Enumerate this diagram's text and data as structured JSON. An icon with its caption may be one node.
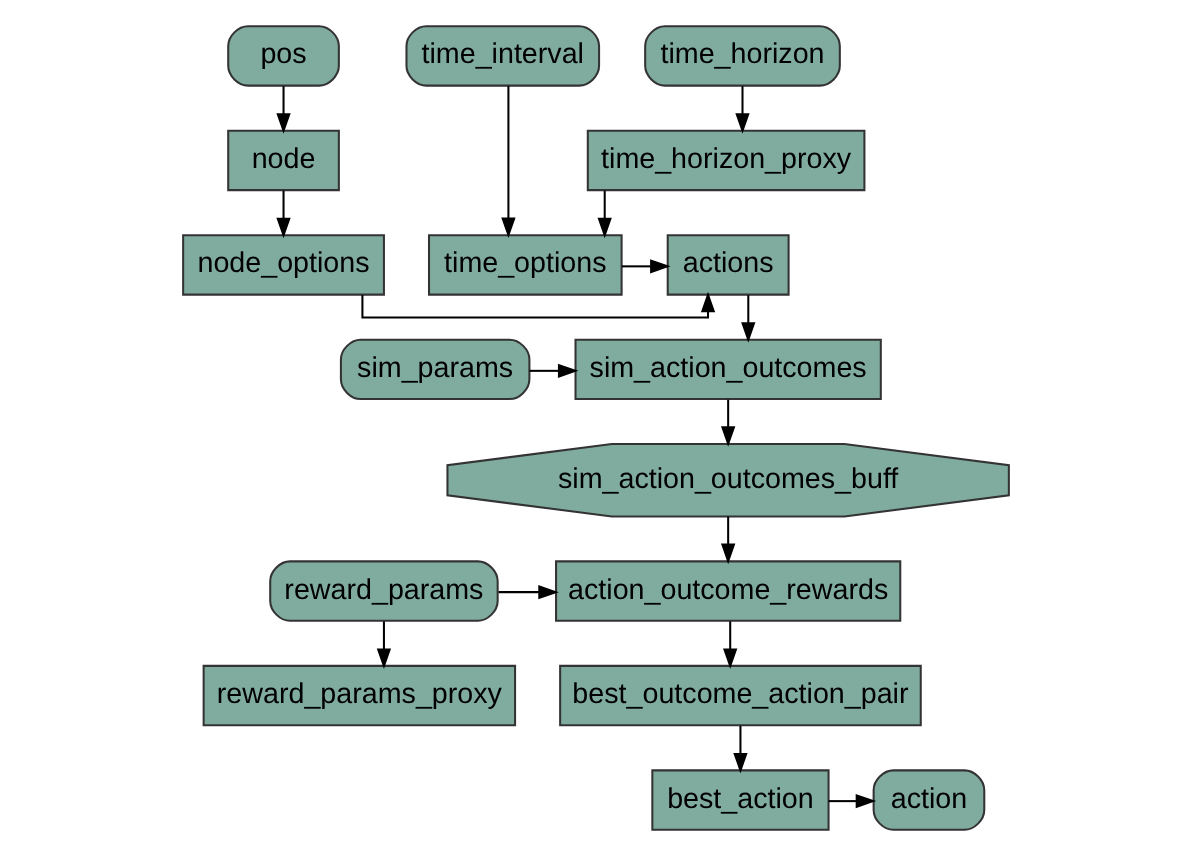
{
  "diagram": {
    "nodes": [
      {
        "text": [
          "pos"
        ]
      },
      {
        "text": [
          "node"
        ]
      },
      {
        "text": [
          "node_options"
        ]
      },
      {
        "text": [
          "time_horizon"
        ]
      },
      {
        "text": [
          "time_interval"
        ]
      },
      {
        "text": [
          "time_horizon_proxy"
        ]
      },
      {
        "text": [
          "actions"
        ]
      },
      {
        "text": [
          "time_options"
        ]
      },
      {
        "text": [
          "sim_params"
        ]
      },
      {
        "text": [
          "sim_action_outcomes"
        ]
      },
      {
        "text": [
          "reward_params_proxy"
        ]
      },
      {
        "text": [
          "sim_action_outcomes_buff"
        ]
      },
      {
        "text": [
          "reward_params"
        ]
      },
      {
        "text": [
          "action_outcome_rewards"
        ]
      },
      {
        "text": [
          "best_outcome_action_pair"
        ]
      },
      {
        "text": [
          "best_action"
        ]
      },
      {
        "text": [
          "action"
        ]
      }
    ],
    "edges": [
      {
        "from": 0,
        "to": 1,
        "arrow": "to"
      },
      {
        "from": 1,
        "to": 2,
        "arrow": "to"
      },
      {
        "from": 2,
        "to": 6,
        "arrow": "to"
      },
      {
        "from": 3,
        "to": 5,
        "arrow": "to"
      },
      {
        "from": 5,
        "to": 7,
        "arrow": "to"
      },
      {
        "from": 4,
        "to": 7,
        "arrow": "to"
      },
      {
        "from": 7,
        "to": 6,
        "arrow": "to"
      },
      {
        "from": 6,
        "to": 9,
        "arrow": "to"
      },
      {
        "from": 8,
        "to": 9,
        "arrow": "to"
      },
      {
        "from": 9,
        "to": 11,
        "arrow": "to"
      },
      {
        "from": 12,
        "to": 10,
        "arrow": "to"
      },
      {
        "from": 12,
        "to": 13,
        "arrow": "to"
      },
      {
        "from": 11,
        "to": 13,
        "arrow": "to"
      },
      {
        "from": 13,
        "to": 14,
        "arrow": "to"
      },
      {
        "from": 14,
        "to": 15,
        "arrow": "to"
      },
      {
        "from": 15,
        "to": 16,
        "arrow": "to"
      }
    ]
  }
}
